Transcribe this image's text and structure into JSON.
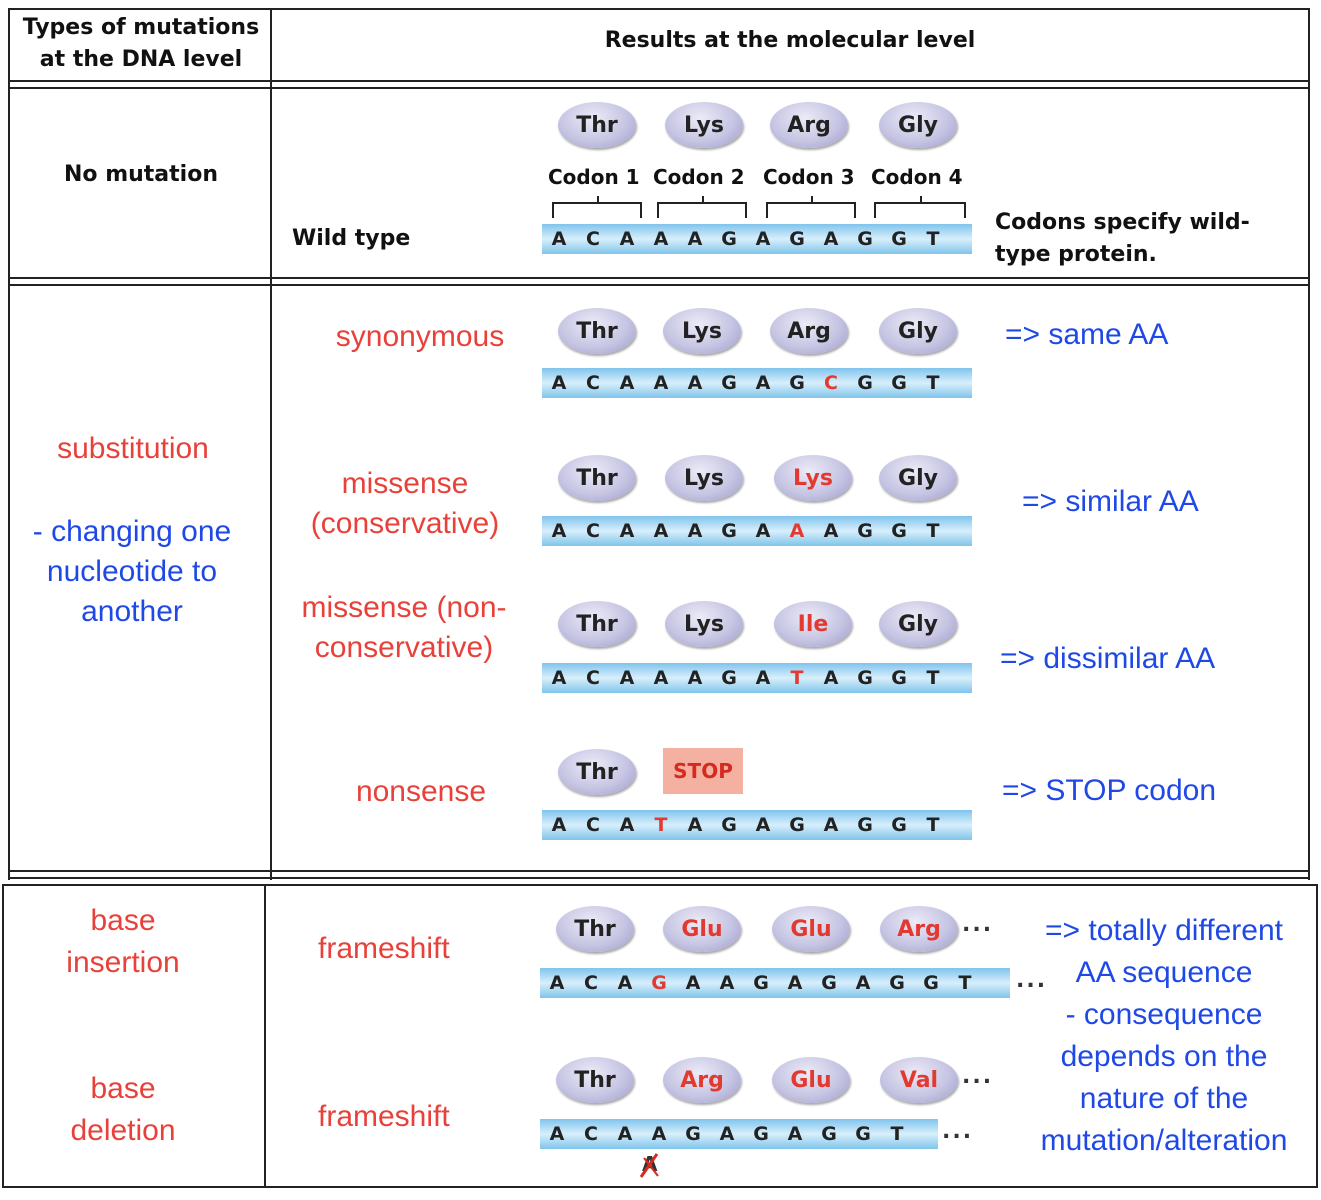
{
  "header": {
    "col1": "Types of mutations at the DNA level",
    "col2": "Results at the molecular level"
  },
  "no_mutation": {
    "type_label": "No mutation",
    "row_label": "Wild type",
    "codon_labels": [
      "Codon 1",
      "Codon 2",
      "Codon 3",
      "Codon 4"
    ],
    "amino_acids": [
      "Thr",
      "Lys",
      "Arg",
      "Gly"
    ],
    "bases": [
      "A",
      "C",
      "A",
      "A",
      "A",
      "G",
      "A",
      "G",
      "A",
      "G",
      "G",
      "T"
    ],
    "note": "Codons specify wild-type protein."
  },
  "substitution": {
    "type_label": "substitution",
    "description": "- changing one nucleotide to another",
    "rows": [
      {
        "label": "synonymous",
        "amino_acids": [
          "Thr",
          "Lys",
          "Arg",
          "Gly"
        ],
        "bases": [
          "A",
          "C",
          "A",
          "A",
          "A",
          "G",
          "A",
          "G",
          "C",
          "G",
          "G",
          "T"
        ],
        "result": "=> same AA"
      },
      {
        "label": "missense (conservative)",
        "amino_acids": [
          "Thr",
          "Lys",
          "Lys",
          "Gly"
        ],
        "bases": [
          "A",
          "C",
          "A",
          "A",
          "A",
          "G",
          "A",
          "A",
          "A",
          "G",
          "G",
          "T"
        ],
        "result": "=> similar AA"
      },
      {
        "label": "missense (non-conservative)",
        "amino_acids": [
          "Thr",
          "Lys",
          "Ile",
          "Gly"
        ],
        "bases": [
          "A",
          "C",
          "A",
          "A",
          "A",
          "G",
          "A",
          "T",
          "A",
          "G",
          "G",
          "T"
        ],
        "result": "=> dissimilar AA"
      },
      {
        "label": "nonsense",
        "amino_acids": [
          "Thr",
          "STOP"
        ],
        "bases": [
          "A",
          "C",
          "A",
          "T",
          "A",
          "G",
          "A",
          "G",
          "A",
          "G",
          "G",
          "T"
        ],
        "result": "=> STOP codon"
      }
    ]
  },
  "insertion": {
    "type_label": "base insertion",
    "row_label": "frameshift",
    "amino_acids": [
      "Thr",
      "Glu",
      "Glu",
      "Arg"
    ],
    "bases": [
      "A",
      "C",
      "A",
      "G",
      "A",
      "A",
      "G",
      "A",
      "G",
      "A",
      "G",
      "G",
      "T"
    ],
    "ellipsis": "..."
  },
  "deletion": {
    "type_label": "base deletion",
    "row_label": "frameshift",
    "amino_acids": [
      "Thr",
      "Arg",
      "Glu",
      "Val"
    ],
    "bases": [
      "A",
      "C",
      "A",
      "A",
      "G",
      "A",
      "G",
      "A",
      "G",
      "G",
      "T"
    ],
    "deleted_base": "A",
    "ellipsis": "..."
  },
  "frameshift_result": {
    "line1": "=> totally different",
    "line2": "AA sequence",
    "line3": "- consequence",
    "line4": "depends on the",
    "line5": "nature of the",
    "line6": "mutation/alteration"
  },
  "colors": {
    "label_red": "#e8413a",
    "note_blue": "#1f49e6",
    "mutation_red": "#e23a30"
  }
}
